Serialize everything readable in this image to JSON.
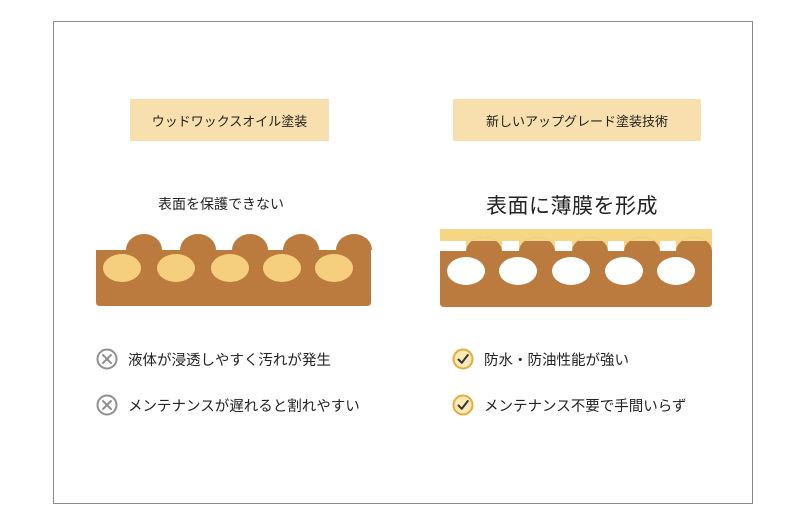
{
  "colors": {
    "frame_border": "#8a8a8a",
    "tag_bg": "#f7dfae",
    "wood": "#bb7b3e",
    "wax_fill": "#f6cf7e",
    "coating": "#f5d684",
    "pore_empty": "#ffffff",
    "cross_icon": "#8f8f8f",
    "check_icon": "#e2ad3a"
  },
  "left_panel": {
    "tag": "ウッドワックスオイル塗装",
    "caption": "表面を保護できない",
    "points": [
      {
        "icon": "cross-circle-icon",
        "text": "液体が浸透しやすく汚れが発生"
      },
      {
        "icon": "cross-circle-icon",
        "text": "メンテナンスが遅れると割れやすい"
      }
    ]
  },
  "right_panel": {
    "tag": "新しいアップグレード塗装技術",
    "caption": "表面に薄膜を形成",
    "points": [
      {
        "icon": "check-circle-icon",
        "text": "防水・防油性能が強い"
      },
      {
        "icon": "check-circle-icon",
        "text": "メンテナンス不要で手間いらず"
      }
    ]
  }
}
